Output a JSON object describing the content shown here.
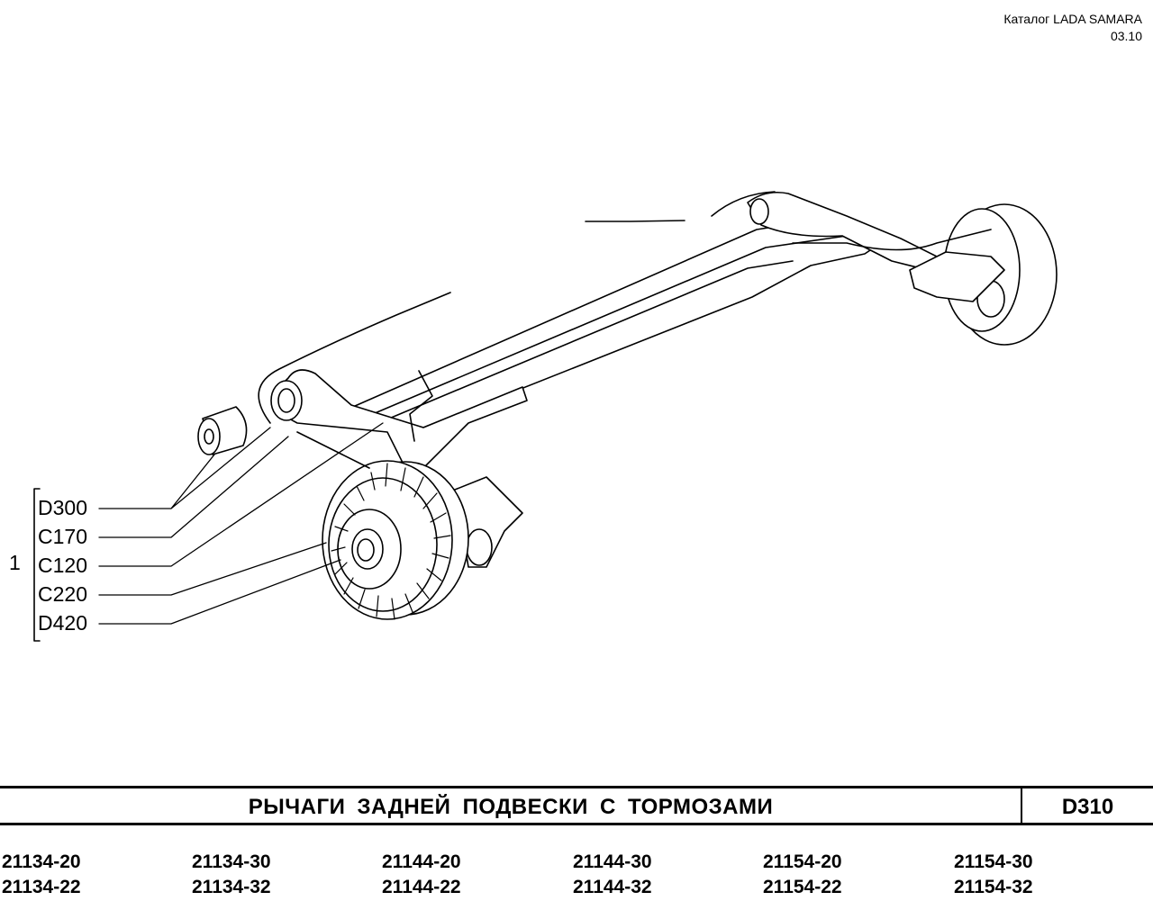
{
  "header": {
    "catalog_line": "Каталог  LADA SAMARA",
    "date": "03.10"
  },
  "callouts": {
    "group_number": "1",
    "items": [
      "D300",
      "C170",
      "C120",
      "C220",
      "D420"
    ]
  },
  "title_block": {
    "title": "РЫЧАГИ  ЗАДНЕЙ  ПОДВЕСКИ  С  ТОРМОЗАМИ",
    "code": "D310"
  },
  "models": {
    "row1": [
      "21134-20",
      "21134-30",
      "21144-20",
      "21144-30",
      "21154-20",
      "21154-30"
    ],
    "row2": [
      "21134-22",
      "21134-32",
      "21144-22",
      "21144-32",
      "21154-22",
      "21154-32"
    ]
  }
}
